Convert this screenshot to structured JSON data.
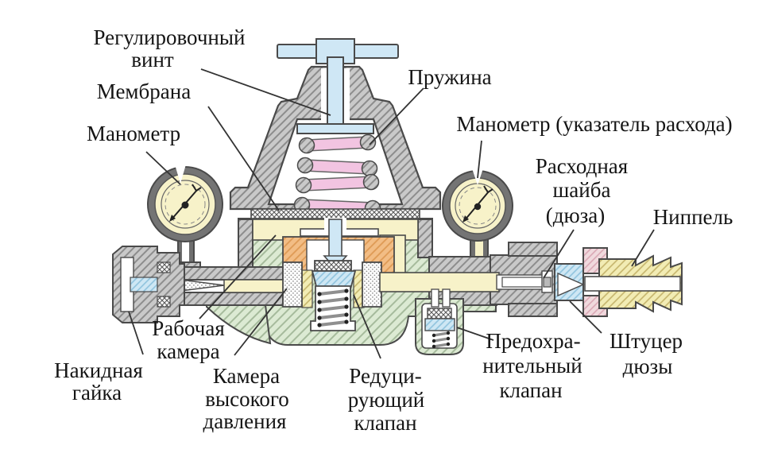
{
  "figure": {
    "subject": "gas-pressure-regulator-cross-section",
    "labels": {
      "adjusting_screw": {
        "line1": "Регулировочный",
        "line2": "винт"
      },
      "membrane": {
        "line1": "Мембрана"
      },
      "left_gauge": {
        "line1": "Манометр"
      },
      "spring": {
        "line1": "Пружина"
      },
      "right_gauge": {
        "line1": "Манометр (указатель расхода)"
      },
      "flow_washer": {
        "line1": "Расходная",
        "line2": "шайба",
        "line3": "(дюза)"
      },
      "nipple": {
        "line1": "Ниппель"
      },
      "working_chamber": {
        "line1": "Рабочая",
        "line2": "камера"
      },
      "union_nut": {
        "line1": "Накидная",
        "line2": "гайка"
      },
      "high_pressure_chamber": {
        "line1": "Камера",
        "line2": "высокого",
        "line3": "давления"
      },
      "reducing_valve": {
        "line1": "Редуци-",
        "line2": "рующий",
        "line3": "клапан"
      },
      "safety_valve": {
        "line1": "Предохра-",
        "line2": "нительный",
        "line3": "клапан"
      },
      "nozzle_fitting": {
        "line1": "Штуцер",
        "line2": "дюзы"
      }
    },
    "colors": {
      "screw_blue": "#cfe7f5",
      "spring_pink": "#f2c4e1",
      "gas_passage_yellow": "#f7f2c9",
      "hp_chamber_orange": "#f2bd85",
      "body_green": "#dcead3",
      "metal_gray": "#c9c9c9",
      "seat_blue": "#cee7f4",
      "gauge_face": "#f7f2c9",
      "gauge_ring": "#747474",
      "outline": "#4a4a4a"
    }
  }
}
